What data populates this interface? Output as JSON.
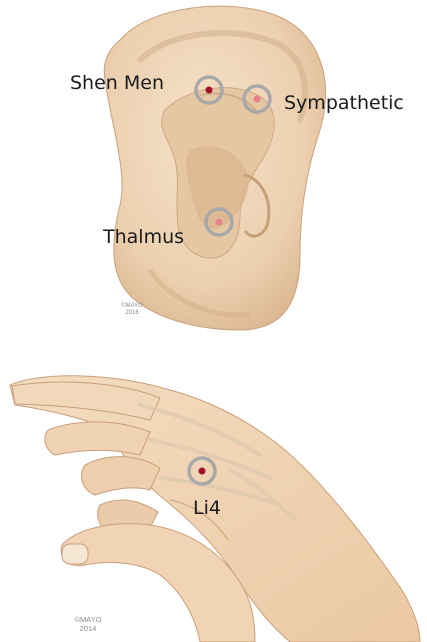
{
  "ear_diagram": {
    "points": [
      {
        "label": "Shen Men"
      },
      {
        "label": "Sympathetic"
      },
      {
        "label": "Thalmus"
      }
    ],
    "copyright_line1": "©MAYO",
    "copyright_line2": "2016"
  },
  "hand_diagram": {
    "points": [
      {
        "label": "Li4"
      }
    ],
    "copyright_line1": "©MAYO",
    "copyright_line2": "2014"
  },
  "colors": {
    "skin": "#f1d6b8",
    "skin_shadow": "#e2c09c",
    "skin_line": "#c99f79",
    "ring": "#a8a8a8",
    "dot_dark": "#a3102a",
    "dot_light": "#e8818a",
    "bone": "#efe6d8"
  },
  "icons": [
    "ear-illustration",
    "hand-illustration",
    "acupressure-point-icon"
  ]
}
